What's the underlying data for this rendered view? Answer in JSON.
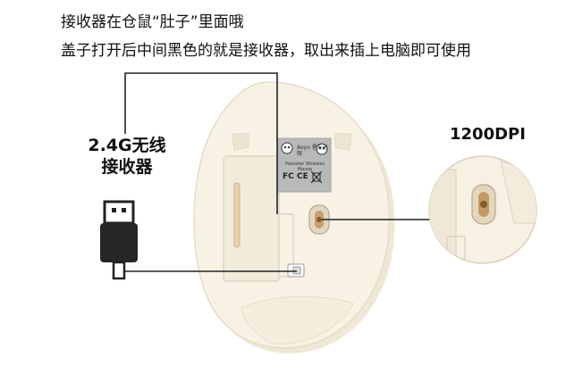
{
  "captions": {
    "line1": "接收器在仓鼠“肚子”里面哦",
    "line2": "盖子打开后中间黑色的就是接收器，取出来插上电脑即可使用"
  },
  "labels": {
    "receiver_line1": "2.4G无线",
    "receiver_line2": "接收器",
    "dpi": "1200DPI"
  },
  "sticker": {
    "brand": "Aoyo 星友无限",
    "model": "Hamster Wireless Mouse",
    "fc": "FC",
    "ce": "CE"
  },
  "colors": {
    "mouse_body": "#f7f2e4",
    "mouse_edge": "#e4dcc8",
    "sticker": "#b9b9b9",
    "dongle": "#222222",
    "line": "#222222"
  }
}
